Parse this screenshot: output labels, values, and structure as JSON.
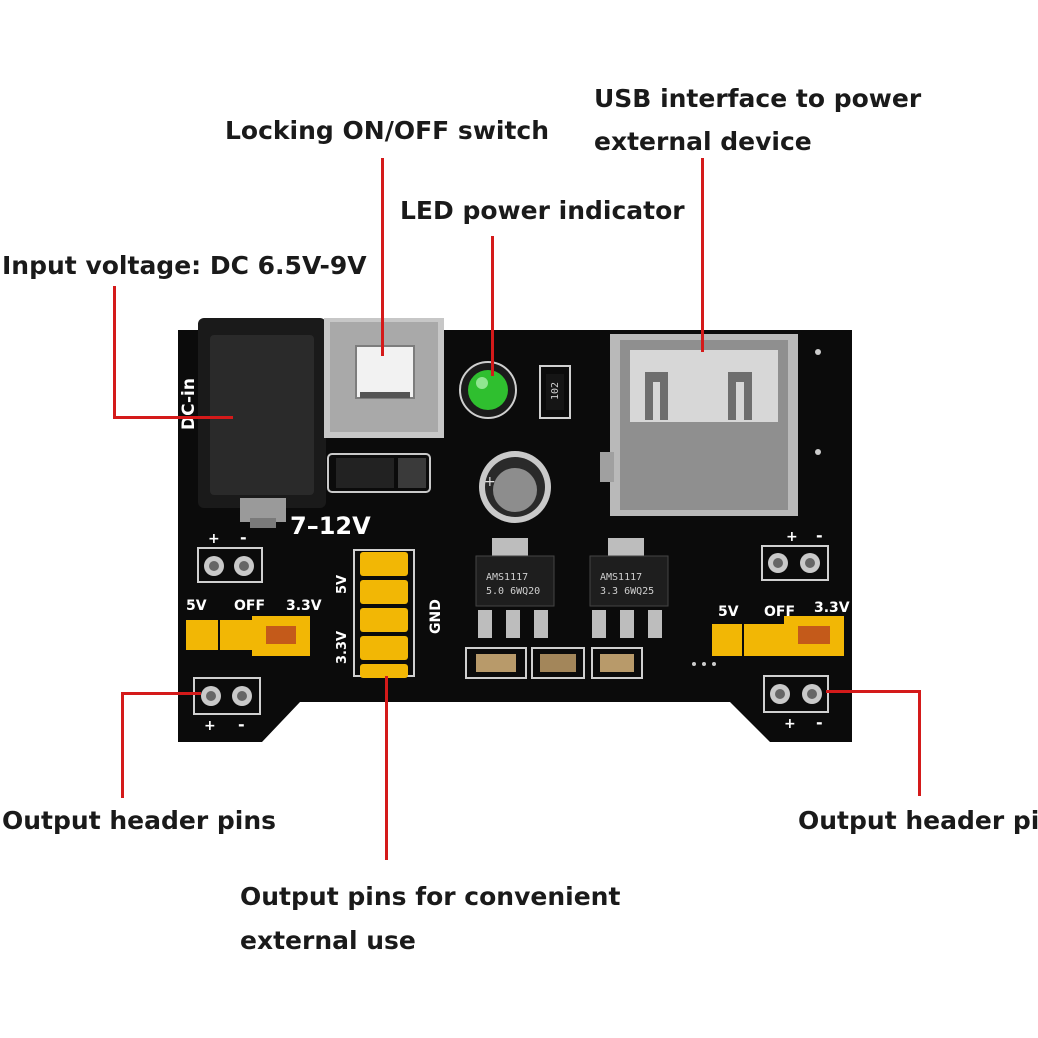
{
  "callouts": {
    "input_voltage": "Input voltage: DC 6.5V-9V",
    "switch": "Locking ON/OFF switch",
    "led": "LED power indicator",
    "usb_line1": "USB interface to power",
    "usb_line2": "external device",
    "out_left": "Output header pins",
    "out_right": "Output header pins",
    "ext_line1": "Output pins for convenient",
    "ext_line2": "external use"
  },
  "board": {
    "dc_in": "DC-in",
    "voltage_range": "7–12V",
    "plus": "+",
    "minus": "-",
    "sel_5v": "5V",
    "sel_off": "OFF",
    "sel_33v": "3.3V",
    "hdr_5v": "5V",
    "hdr_33v": "3.3V",
    "hdr_gnd": "GND",
    "reg1_line1": "AMS1117",
    "reg1_line2": "5.0  6WQ20",
    "reg2_line1": "AMS1117",
    "reg2_line2": "3.3  6WQ25",
    "resistor_code": "102"
  },
  "colors": {
    "pcb": "#0b0b0b",
    "leader": "#d41a1a",
    "jumper": "#f2b705",
    "led": "#2fbf2f"
  }
}
